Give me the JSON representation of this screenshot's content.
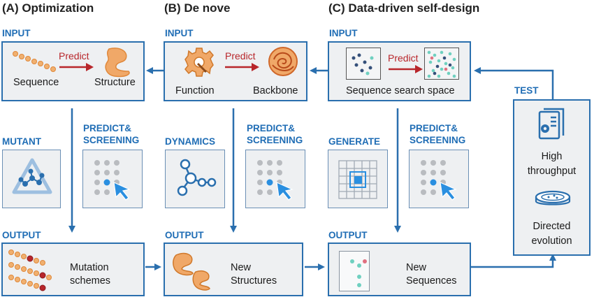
{
  "sections": [
    {
      "title": "(A) Optimization",
      "input_label": "INPUT",
      "input_left": "Sequence",
      "input_right": "Structure",
      "predict": "Predict",
      "mid_left_label": "MUTANT",
      "mid_right_label": [
        "PREDICT&",
        "SCREENING"
      ],
      "output_label": "OUTPUT",
      "output_text": [
        "Mutation",
        "schemes"
      ]
    },
    {
      "title": "(B) De nove",
      "input_label": "INPUT",
      "input_left": "Function",
      "input_right": "Backbone",
      "predict": "Predict",
      "mid_left_label": "DYNAMICS",
      "mid_right_label": [
        "PREDICT&",
        "SCREENING"
      ],
      "output_label": "OUTPUT",
      "output_text": [
        "New",
        "Structures"
      ]
    },
    {
      "title": "(C) Data-driven self-design",
      "input_label": "INPUT",
      "input_text": "Sequence search space",
      "predict": "Predict",
      "mid_left_label": "GENERATE",
      "mid_right_label": [
        "PREDICT&",
        "SCREENING"
      ],
      "output_label": "OUTPUT",
      "output_text": [
        "New",
        "Sequences"
      ]
    }
  ],
  "test": {
    "label": "TEST",
    "item1": [
      "High",
      "throughput"
    ],
    "item2": [
      "Directed",
      "evolution"
    ]
  },
  "colors": {
    "blue": "#2a6fae",
    "label_blue": "#1f6db5",
    "red": "#b8262b",
    "orange": "#e8883a",
    "box_fill": "#eef0f2"
  }
}
